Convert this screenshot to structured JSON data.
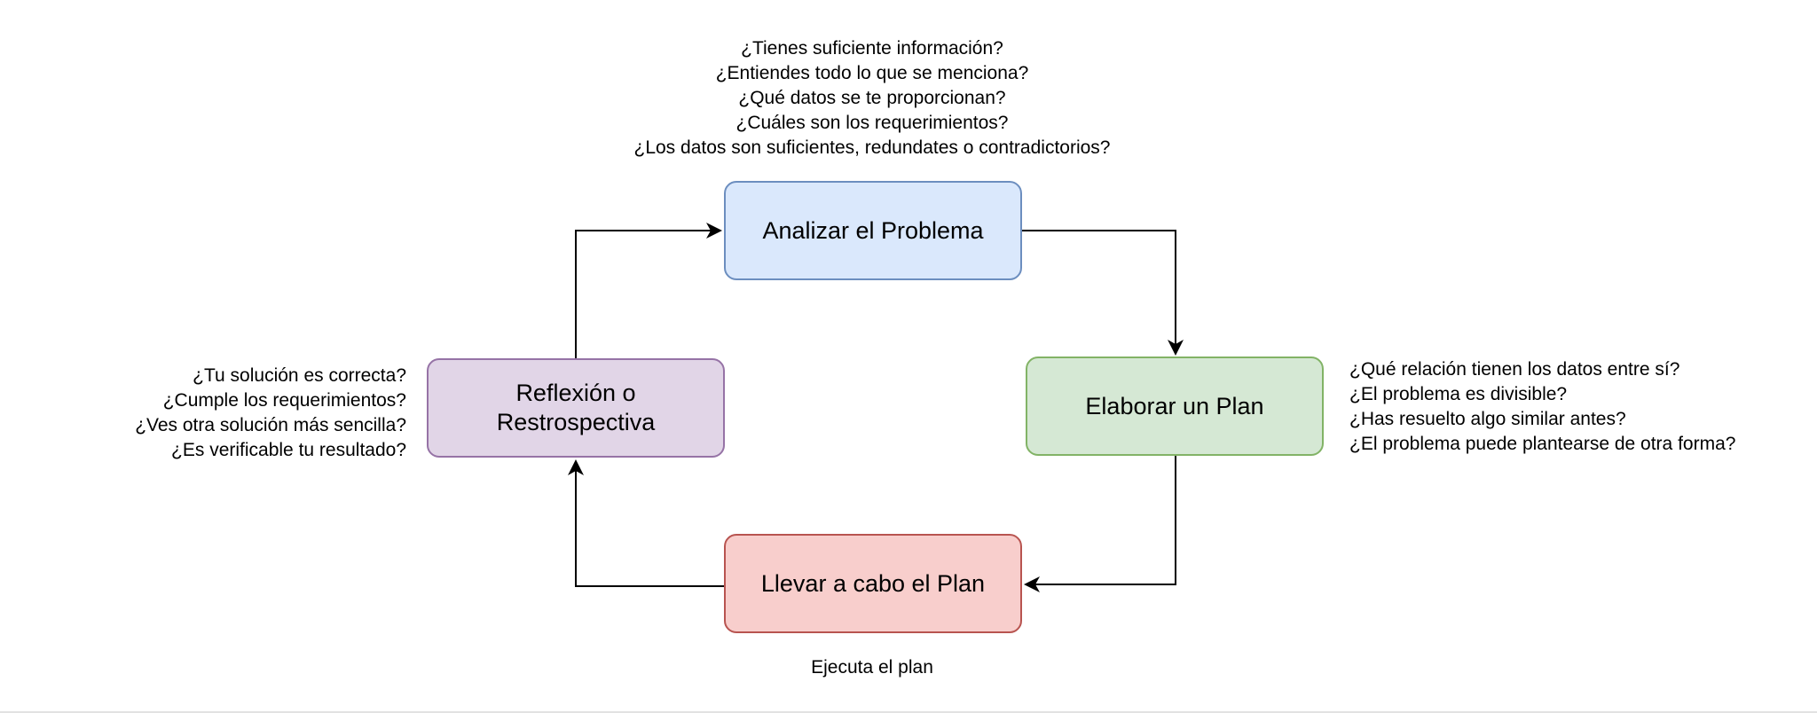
{
  "colors": {
    "analyze_fill": "#dae8fc",
    "analyze_stroke": "#6c8ebf",
    "plan_fill": "#d5e8d4",
    "plan_stroke": "#82b366",
    "execute_fill": "#f8cecc",
    "execute_stroke": "#b85450",
    "reflect_fill": "#e1d5e7",
    "reflect_stroke": "#9673a6",
    "edge": "#000000"
  },
  "nodes": {
    "analyze": {
      "label": "Analizar el Problema"
    },
    "plan": {
      "label": "Elaborar un Plan"
    },
    "execute": {
      "label": "Llevar a cabo el Plan"
    },
    "reflect": {
      "label_line1": "Reflexión o",
      "label_line2": "Restrospectiva"
    }
  },
  "questions": {
    "analyze": [
      "¿Tienes suficiente información?",
      "¿Entiendes todo lo que se menciona?",
      "¿Qué datos se te proporcionan?",
      "¿Cuáles son los requerimientos?",
      "¿Los datos son suficientes, redundates o contradictorios?"
    ],
    "plan": [
      "¿Qué relación tienen los datos entre sí?",
      "¿El problema es divisible?",
      "¿Has resuelto algo similar antes?",
      "¿El problema puede plantearse de otra forma?"
    ],
    "reflect": [
      "¿Tu solución es correcta?",
      "¿Cumple los requerimientos?",
      "¿Ves otra solución más sencilla?",
      "¿Es verificable tu resultado?"
    ],
    "execute": [
      "Ejecuta el plan"
    ]
  },
  "edges": [
    {
      "from": "analyze",
      "to": "plan"
    },
    {
      "from": "plan",
      "to": "execute"
    },
    {
      "from": "execute",
      "to": "reflect"
    },
    {
      "from": "reflect",
      "to": "analyze"
    }
  ]
}
